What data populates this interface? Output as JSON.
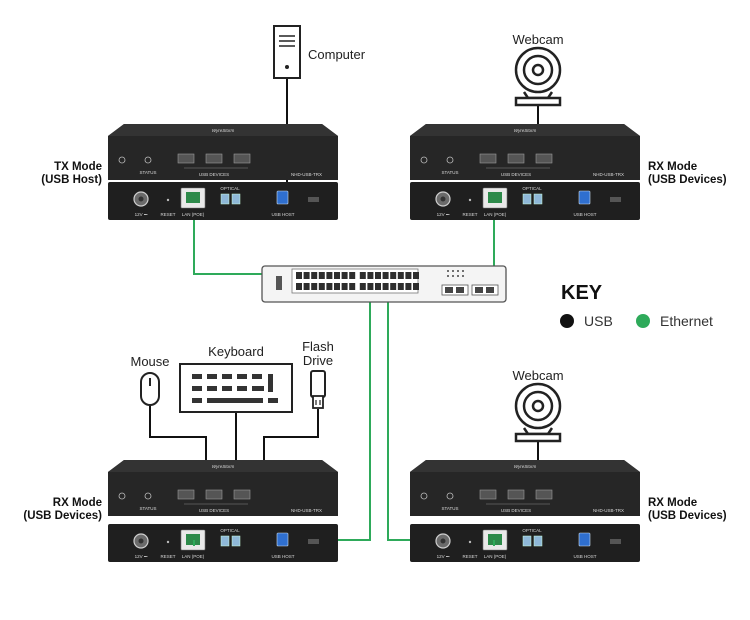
{
  "colors": {
    "usb": "#111111",
    "ethernet": "#2eaa5a",
    "device_body": "#222222",
    "device_front": "#2b2b2b",
    "usb_host_port": "#2f6fcf"
  },
  "peripherals": {
    "computer": "Computer",
    "webcam_top": "Webcam",
    "webcam_bottom": "Webcam",
    "mouse": "Mouse",
    "keyboard": "Keyboard",
    "flash_line1": "Flash",
    "flash_line2": "Drive"
  },
  "devices": {
    "tx": {
      "mode_line1": "TX Mode",
      "mode_line2": "(USB Host)"
    },
    "rx_top": {
      "mode_line1": "RX Mode",
      "mode_line2": "(USB Devices)"
    },
    "rx_bottom_left": {
      "mode_line1": "RX Mode",
      "mode_line2": "(USB Devices)"
    },
    "rx_bottom_right": {
      "mode_line1": "RX Mode",
      "mode_line2": "(USB Devices)"
    }
  },
  "panel_labels": {
    "brand": "WyreStorm",
    "status": "STATUS",
    "usb_devices": "USB DEVICES",
    "power": "12V ⎓",
    "reset": "RESET",
    "lan": "LAN (POE)",
    "optical": "OPTICAL",
    "usb_host": "USB HOST",
    "model_tx": "NHD-USB-TRX",
    "model_rx": "NHD-USB-TRX"
  },
  "key": {
    "title": "KEY",
    "usb": "USB",
    "ethernet": "Ethernet"
  }
}
